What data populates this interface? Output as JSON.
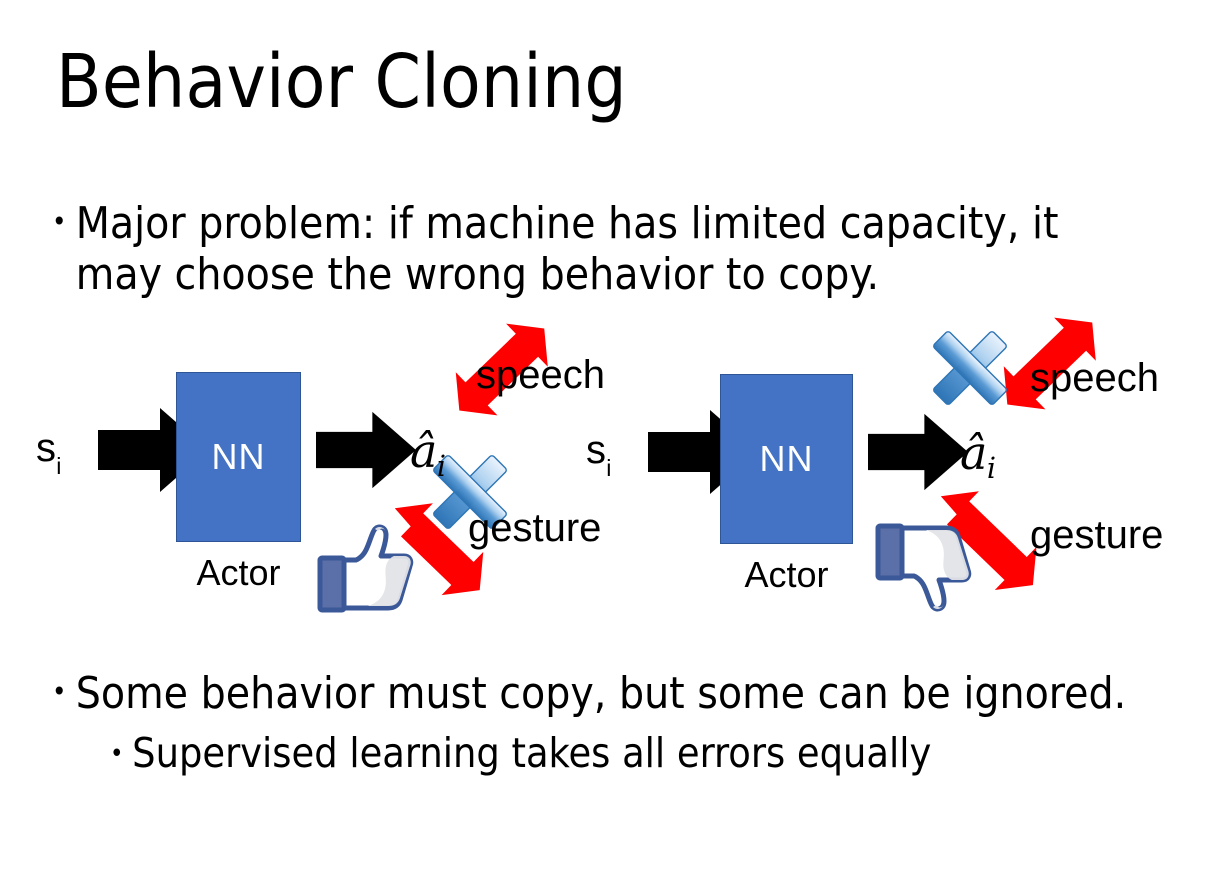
{
  "slide": {
    "title": "Behavior Cloning",
    "background_color": "#FFFFFF",
    "text_color": "#000000"
  },
  "bullets": {
    "top": {
      "marker": "•",
      "text": "Major problem: if machine has limited capacity, it may choose the wrong behavior to copy."
    },
    "bottom_level1": {
      "marker": "•",
      "text": "Some behavior must copy, but some can be ignored."
    },
    "bottom_level2": {
      "marker": "•",
      "text": "Supervised learning takes all errors equally"
    }
  },
  "colors": {
    "nn_box_fill": "#4472C4",
    "nn_box_border": "#2E5596",
    "arrow_black": "#000000",
    "arrow_red": "#FF0000",
    "cross_blue_light": "#CFE3F7",
    "cross_blue_mid": "#5B9BD5",
    "cross_blue_dark": "#2E75B6",
    "thumb_outline": "#3B5998",
    "thumb_fill": "#FFFFFF",
    "thumb_cuff": "#5B6FA8",
    "thumb_shadow": "#E3E4E8"
  },
  "diagrams": [
    {
      "id": "left",
      "input_label": "s",
      "input_subscript": "i",
      "box_label": "NN",
      "box_caption": "Actor",
      "output_label": "â",
      "output_subscript": "i",
      "branch_up_label": "speech",
      "branch_down_label": "gesture",
      "cross_on_branch": "gesture",
      "cross_icon": "blue-cross-icon",
      "feedback_icon": "thumbs-up-icon",
      "feedback_meaning": "like"
    },
    {
      "id": "right",
      "input_label": "s",
      "input_subscript": "i",
      "box_label": "NN",
      "box_caption": "Actor",
      "output_label": "â",
      "output_subscript": "i",
      "branch_up_label": "speech",
      "branch_down_label": "gesture",
      "cross_on_branch": "speech",
      "cross_icon": "blue-cross-icon",
      "feedback_icon": "thumbs-down-icon",
      "feedback_meaning": "dislike"
    }
  ]
}
